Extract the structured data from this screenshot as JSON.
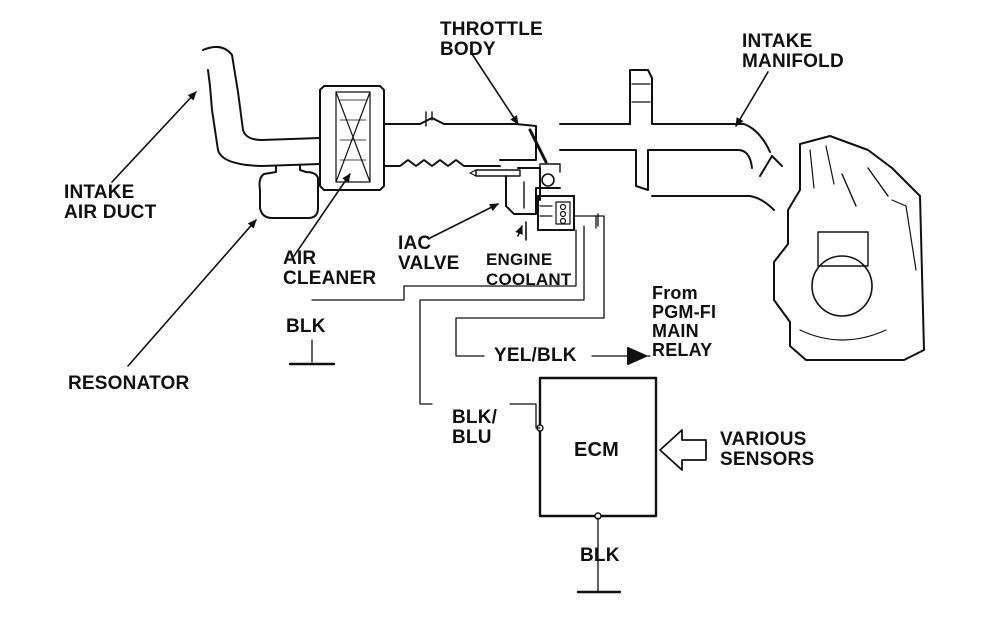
{
  "labels": {
    "throttle_body": [
      "THROTTLE",
      "BODY"
    ],
    "intake_manifold": [
      "INTAKE",
      "MANIFOLD"
    ],
    "intake_air_duct": [
      "INTAKE",
      "AIR DUCT"
    ],
    "air_cleaner": [
      "AIR",
      "CLEANER"
    ],
    "iac_valve": [
      "IAC",
      "VALVE"
    ],
    "engine_coolant": [
      "ENGINE",
      "COOLANT"
    ],
    "resonator": "RESONATOR",
    "blk_top": "BLK",
    "blk_bottom": "BLK",
    "yel_blk": "YEL/BLK",
    "from_relay": [
      "From",
      "PGM-FI",
      "MAIN",
      "RELAY"
    ],
    "blk_blu": [
      "BLK/",
      "BLU"
    ],
    "ecm": "ECM",
    "various_sensors": [
      "VARIOUS",
      "SENSORS"
    ]
  },
  "colors": {
    "ink": "#111111",
    "background": "#ffffff"
  }
}
